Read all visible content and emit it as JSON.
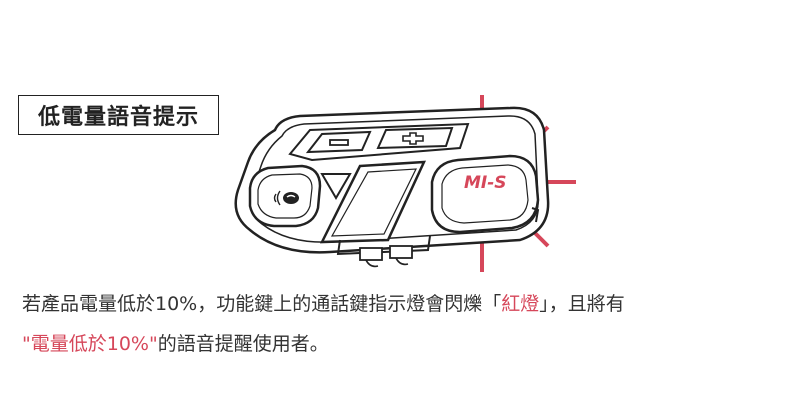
{
  "section": {
    "heading": "低電量語音提示"
  },
  "device": {
    "model_label": "MI-S",
    "plus_symbol": "+",
    "minus_symbol": "—"
  },
  "description": {
    "line1_prefix": "若產品電量低於10%，功能鍵上的通話鍵指示燈會閃爍「",
    "line1_highlight": "紅燈",
    "line1_suffix": "」，且將有",
    "line2_quote": "\"電量低於10%\"",
    "line2_suffix": "的語音提醒使用者。"
  },
  "colors": {
    "highlight": "#d6475a",
    "text": "#333333",
    "device_line": "#222222",
    "glow_light": "#f4c3c8"
  }
}
